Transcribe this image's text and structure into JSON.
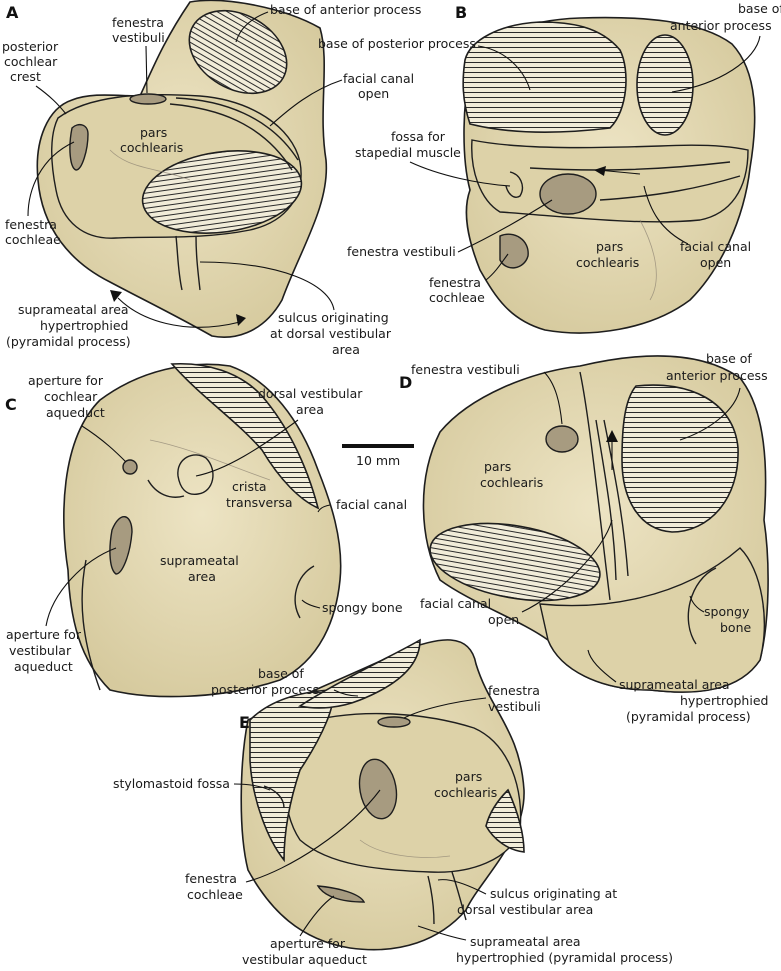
{
  "colors": {
    "bone": "#e6dcb8",
    "bone_shade": "#ddd2a8",
    "hatch": "#222222",
    "outline": "#1e1e1e"
  },
  "panels": {
    "A": {
      "letter": "A",
      "labels": {
        "fenestra_vestibuli": [
          "fenestra",
          "vestibuli"
        ],
        "posterior_cochlear_crest": [
          "posterior",
          "cochlear",
          "crest"
        ],
        "base_anterior_process": [
          "base of anterior process"
        ],
        "facial_canal_open": [
          "facial canal",
          "open"
        ],
        "pars_cochlearis": [
          "pars",
          "cochlearis"
        ],
        "fenestra_cochleae": [
          "fenestra",
          "cochleae"
        ],
        "suprameatal_area": [
          "suprameatal area",
          "hypertrophied",
          "(pyramidal process)"
        ],
        "sulcus": [
          "sulcus originating",
          "at dorsal vestibular",
          "area"
        ]
      }
    },
    "B": {
      "letter": "B",
      "labels": {
        "base_posterior_process": [
          "base of posterior process"
        ],
        "base_anterior_process": [
          "base of",
          "anterior process"
        ],
        "fossa_stapedial": [
          "fossa for",
          "stapedial muscle"
        ],
        "fenestra_vestibuli": [
          "fenestra vestibuli"
        ],
        "pars_cochlearis": [
          "pars",
          "cochlearis"
        ],
        "facial_canal_open": [
          "facial canal",
          "open"
        ],
        "fenestra_cochleae": [
          "fenestra",
          "cochleae"
        ]
      }
    },
    "C": {
      "letter": "C",
      "labels": {
        "aperture_cochlear": [
          "aperture for",
          "cochlear",
          "aqueduct"
        ],
        "dorsal_vestibular": [
          "dorsal vestibular",
          "area"
        ],
        "crista_transversa": [
          "crista",
          "transversa"
        ],
        "facial_canal": [
          "facial canal"
        ],
        "suprameatal_area": [
          "suprameatal",
          "area"
        ],
        "spongy_bone": [
          "spongy bone"
        ],
        "aperture_vestibular": [
          "aperture for",
          "vestibular",
          "aqueduct"
        ]
      }
    },
    "D": {
      "letter": "D",
      "labels": {
        "fenestra_vestibuli": [
          "fenestra vestibuli"
        ],
        "base_anterior_process": [
          "base of",
          "anterior process"
        ],
        "pars_cochlearis": [
          "pars",
          "cochlearis"
        ],
        "facial_canal_open": [
          "facial canal",
          "open"
        ],
        "spongy_bone": [
          "spongy",
          "bone"
        ],
        "suprameatal_area": [
          "suprameatal area",
          "hypertrophied",
          "(pyramidal process)"
        ]
      }
    },
    "E": {
      "letter": "E",
      "labels": {
        "base_posterior_process": [
          "base of",
          "posterior process"
        ],
        "fenestra_vestibuli": [
          "fenestra",
          "vestibuli"
        ],
        "stylomastoid_fossa": [
          "stylomastoid fossa"
        ],
        "pars_cochlearis": [
          "pars",
          "cochlearis"
        ],
        "fenestra_cochleae": [
          "fenestra",
          "cochleae"
        ],
        "sulcus": [
          "sulcus originating at",
          "dorsal vestibular area"
        ],
        "aperture_vestibular": [
          "aperture for",
          "vestibular aqueduct"
        ],
        "suprameatal_area": [
          "suprameatal area",
          "hypertrophied (pyramidal process)"
        ]
      }
    }
  },
  "scale_bar": {
    "label": "10 mm",
    "length_mm": 10
  }
}
